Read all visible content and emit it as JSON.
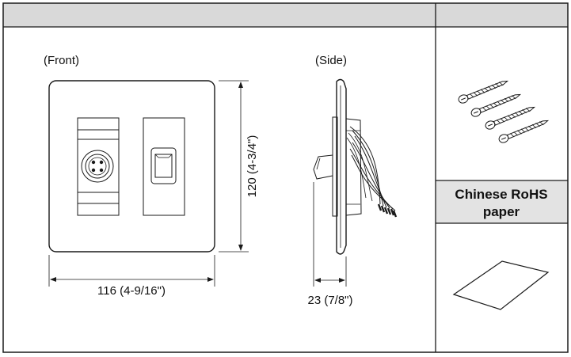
{
  "labels": {
    "front": "(Front)",
    "side": "(Side)",
    "height_dim": "120 (4-3/4\")",
    "width_dim": "116 (4-9/16\")",
    "depth_dim": "23 (7/8\")",
    "rohs_line1": "Chinese RoHS",
    "rohs_line2": "paper"
  },
  "colors": {
    "header_fill": "#d9d9d9",
    "rohs_fill": "#e3e3e3",
    "line": "#1a1a1a"
  }
}
